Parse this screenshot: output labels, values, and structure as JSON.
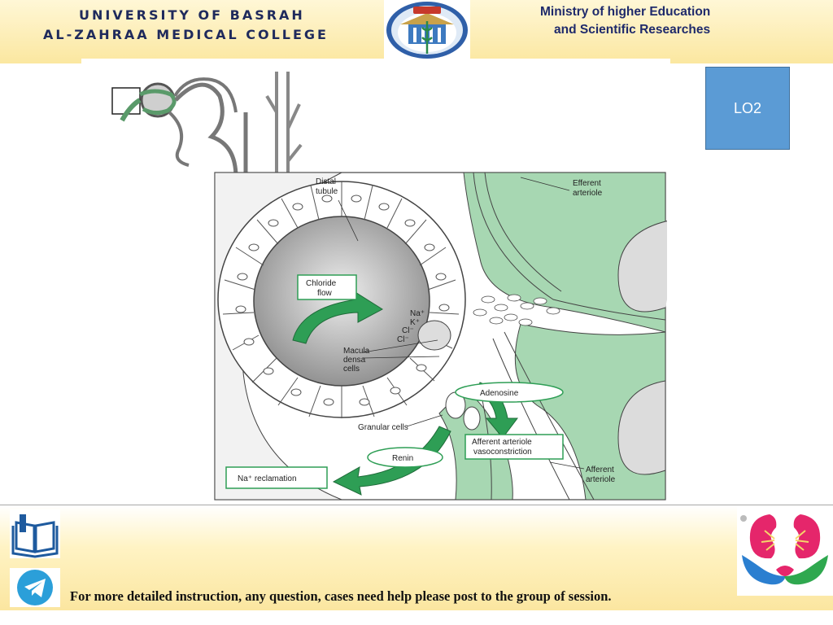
{
  "header": {
    "university_line1": "UNIVERSITY OF BASRAH",
    "university_line2": "AL-ZAHRAA MEDICAL COLLEGE",
    "ministry_line1": "Ministry of higher Education",
    "ministry_line2": "and Scientific Researches"
  },
  "objective_badge": "LO2",
  "diagram": {
    "labels": {
      "distal_tubule_1": "Distal",
      "distal_tubule_2": "tubule",
      "efferent_1": "Efferent",
      "efferent_2": "arteriole",
      "chloride_1": "Chloride",
      "chloride_2": "flow",
      "na": "Na⁺",
      "k": "K⁺",
      "cl1": "Cl⁻",
      "cl2": "Cl⁻",
      "macula_1": "Macula",
      "macula_2": "densa",
      "macula_3": "cells",
      "adenosine": "Adenosine",
      "granular": "Granular cells",
      "renin": "Renin",
      "afferent_vc_1": "Afferent arteriole",
      "afferent_vc_2": "vasoconstriction",
      "afferent_1": "Afferent",
      "afferent_2": "arteriole",
      "na_reclamation": "Na⁺ reclamation"
    }
  },
  "footer": {
    "text": "For more detailed instruction, any question, cases need help please post to the group of session."
  },
  "colors": {
    "header_gold": "#fbe7a0",
    "badge_blue": "#5b9bd5",
    "diagram_green": "#a7d7b2",
    "arrow_green": "#2e9e55"
  }
}
